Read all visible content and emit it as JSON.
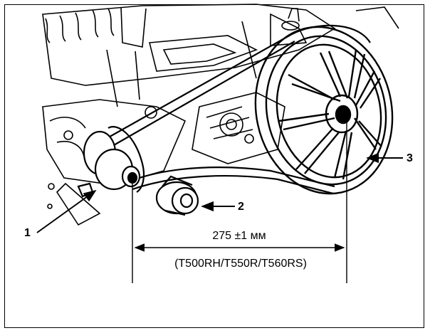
{
  "callouts": {
    "c1": "1",
    "c2": "2",
    "c3": "3"
  },
  "dimension": {
    "value": "275 ±1 мм",
    "models": "(T500RH/T550R/T560RS)"
  }
}
